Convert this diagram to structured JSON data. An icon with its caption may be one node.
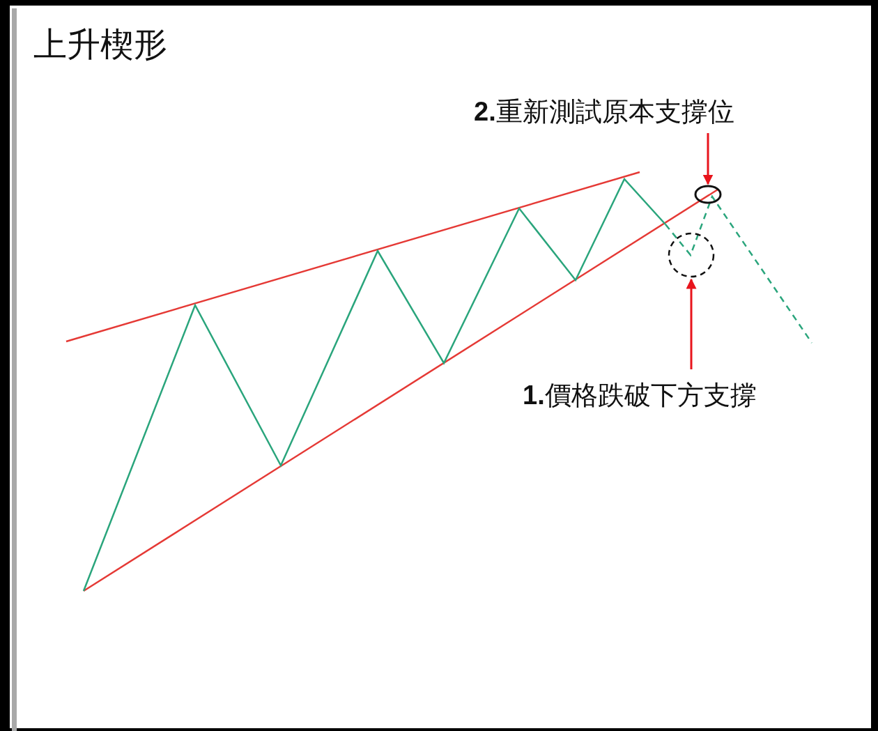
{
  "diagram": {
    "title": "上升楔形",
    "nodes": [
      {
        "text": [
          "**2.**重新測試原本支撐位"
        ]
      },
      {
        "text": [],
        "shape": "circle"
      },
      {
        "text": [
          "**1.**價格跌破下方支撐"
        ]
      },
      {
        "text": [],
        "shape": "circle"
      }
    ],
    "edges": [
      {
        "from": 0,
        "to": 1,
        "arrow": "to"
      },
      {
        "from": 2,
        "to": 3,
        "arrow": "to"
      }
    ]
  }
}
